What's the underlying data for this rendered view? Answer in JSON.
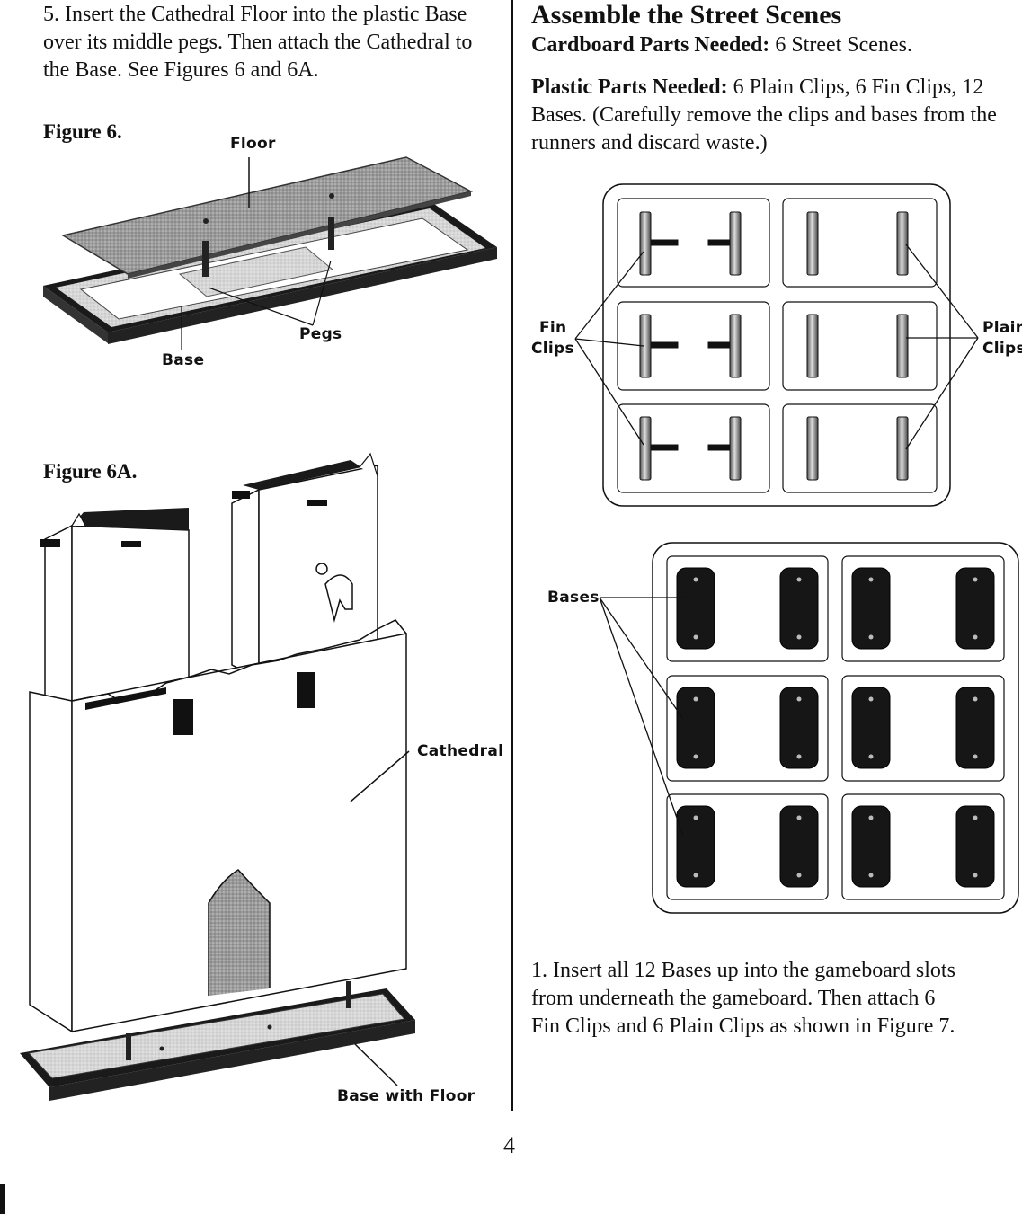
{
  "left": {
    "step5": "5. Insert the Cathedral Floor into the plastic Base over its middle pegs. Then attach the Cathedral to the Base. See Figures 6 and 6A.",
    "figure6": {
      "title": "Figure 6.",
      "label_floor": "Floor",
      "label_pegs": "Pegs",
      "label_base": "Base"
    },
    "figure6a": {
      "title": "Figure 6A.",
      "label_cathedral": "Cathedral",
      "label_base_floor": "Base with Floor"
    }
  },
  "right": {
    "heading": "Assemble the Street Scenes",
    "cardboard_label": "Cardboard Parts Needed:",
    "cardboard_text": " 6 Street Scenes.",
    "plastic_label": "Plastic Parts Needed:",
    "plastic_text": " 6 Plain Clips, 6 Fin Clips, 12 Bases. (Carefully remove the clips and bases from the runners and discard waste.)",
    "clips_figure": {
      "label_fin_1": "Fin",
      "label_fin_2": "Clips",
      "label_plain_1": "Plain",
      "label_plain_2": "Clips"
    },
    "bases_figure": {
      "label_bases": "Bases"
    },
    "step1": "1. Insert all 12 Bases up into the gameboard slots from underneath the gameboard. Then attach 6 Fin Clips and 6 Plain Clips as shown in Figure 7."
  },
  "footer": {
    "page_number": "4"
  }
}
